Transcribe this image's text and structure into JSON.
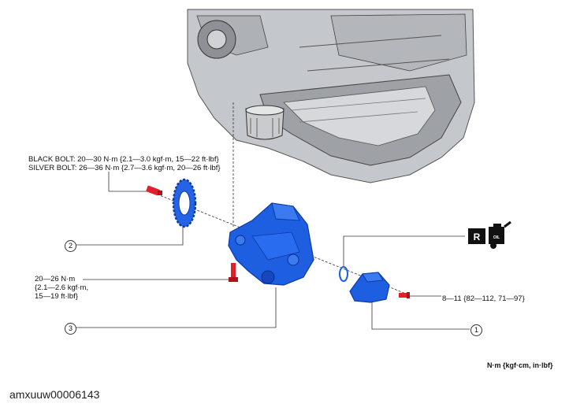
{
  "labels": {
    "black_bolt": "BLACK BOLT: 20—30 N·m {2.1—3.0 kgf·m, 15—22 ft·lbf}",
    "silver_bolt": "SILVER BOLT: 26—36 N·m {2.7—3.6 kgf·m, 20—26 ft·lbf}",
    "pump_bolt_line1": "20—26 N·m",
    "pump_bolt_line2": "{2.1—2.6 kgf·m,",
    "pump_bolt_line3": "15—19 ft·lbf}",
    "right_bolt": "8—11 {82—112, 71—97}",
    "units": "N·m {kgf·cm, in·lbf}",
    "figure_id": "amxuuw00006143",
    "replace_symbol": "R",
    "oil_symbol": "OIL"
  },
  "callouts": {
    "one": "1",
    "two": "2",
    "three": "3"
  },
  "colors": {
    "part_blue": "#1d5fe0",
    "part_dark_blue": "#0d3aa8",
    "bolt_red": "#e0202a",
    "engine_gray": "#b9bcc0",
    "engine_dark": "#6d7075"
  }
}
